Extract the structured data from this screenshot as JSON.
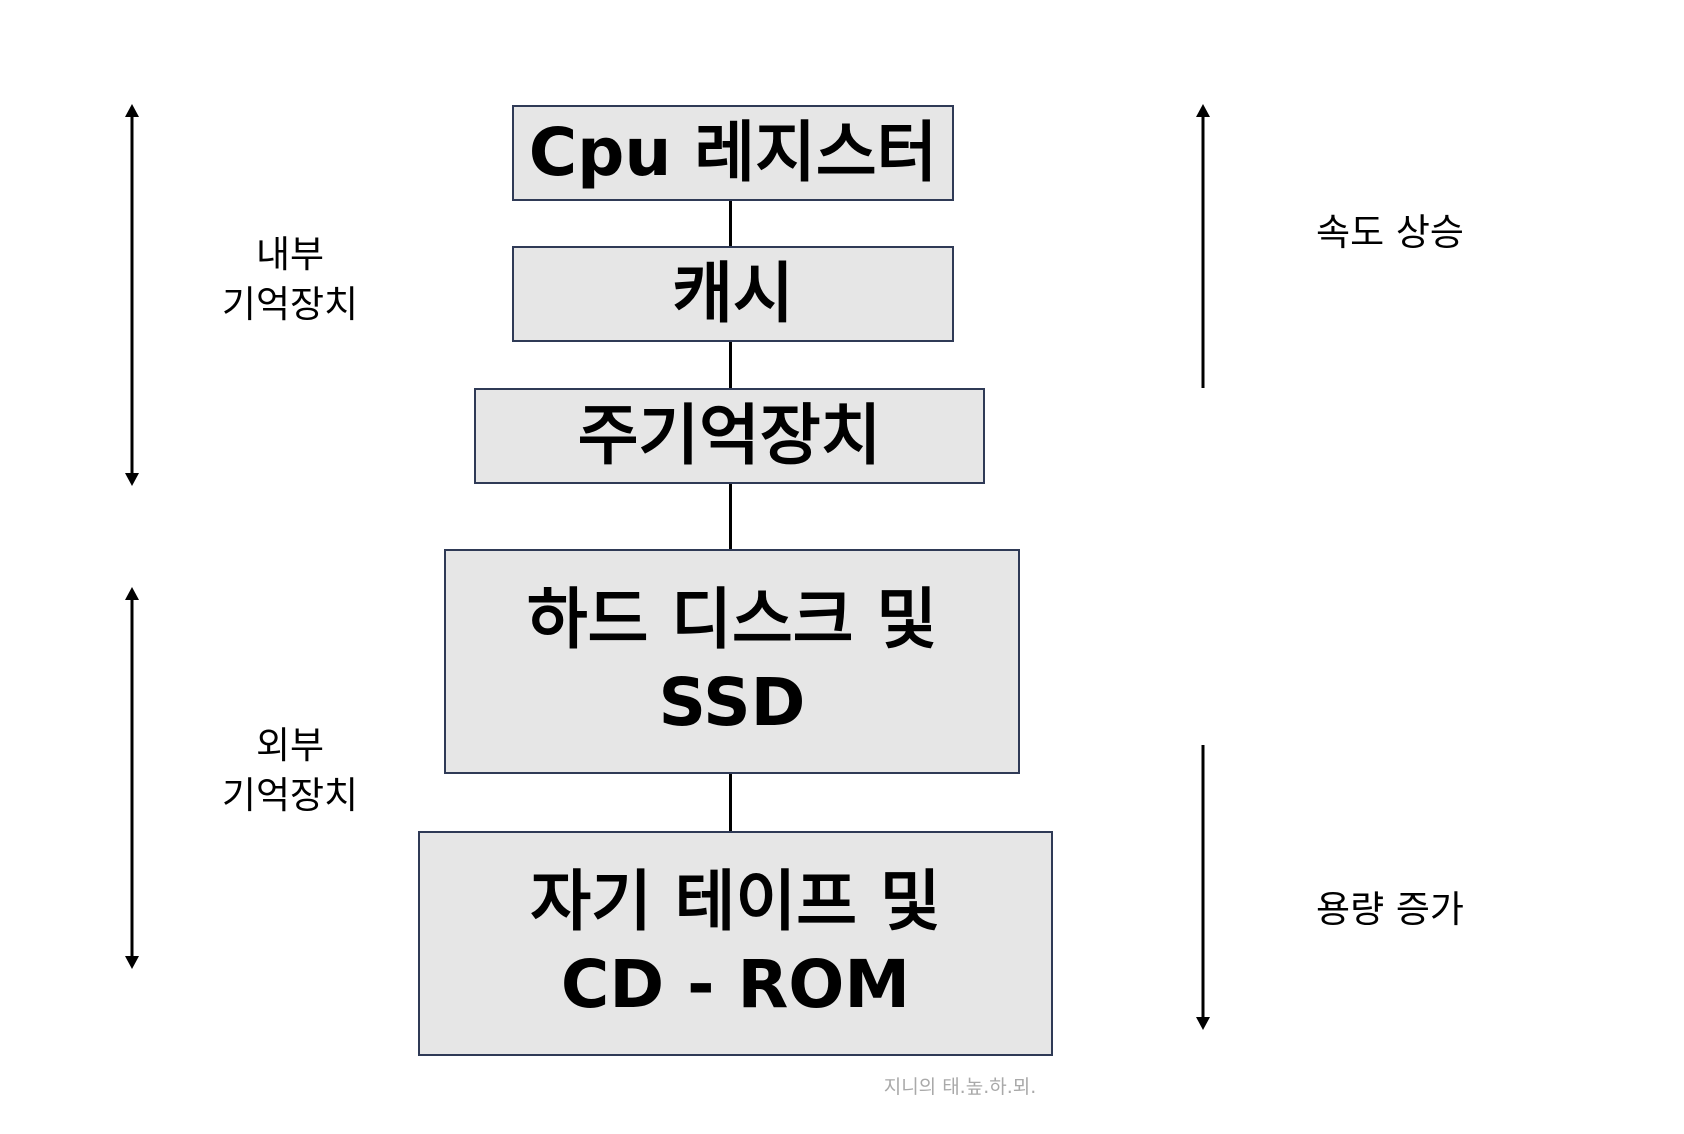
{
  "hierarchy": {
    "levels": [
      {
        "label": "Cpu 레지스터"
      },
      {
        "label": "캐시"
      },
      {
        "label": "주기억장치"
      },
      {
        "label": "하드 디스크 및\nSSD"
      },
      {
        "label": "자기 테이프 및\nCD - ROM"
      }
    ]
  },
  "left_labels": {
    "internal": "내부\n기억장치",
    "external": "외부\n기억장치"
  },
  "right_labels": {
    "speed": "속도 상승",
    "capacity": "용량 증가"
  },
  "watermark": "지니의 태.높.하.뫼.",
  "colors": {
    "box_fill": "#e6e6e6",
    "box_border": "#2f3a56",
    "line": "#000000",
    "watermark": "#a9a9a9"
  }
}
